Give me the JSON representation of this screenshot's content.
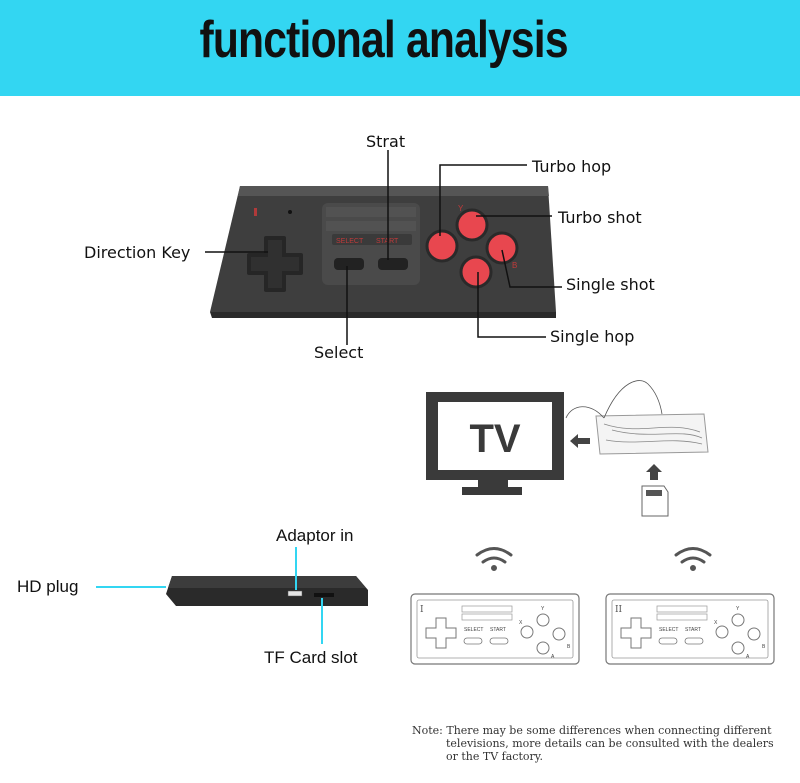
{
  "header": {
    "title": "functional analysis"
  },
  "controller_labels": {
    "start": "Strat",
    "turbo_hop": "Turbo hop",
    "turbo_shot": "Turbo shot",
    "direction_key": "Direction Key",
    "single_shot": "Single shot",
    "select": "Select",
    "single_hop": "Single hop"
  },
  "controller_print": {
    "select": "SELECT",
    "start": "START"
  },
  "tv": {
    "label": "TV"
  },
  "console_labels": {
    "adaptor_in": "Adaptor in",
    "hd_plug": "HD plug",
    "tf_card_slot": "TF Card slot"
  },
  "gamepads": [
    {
      "number": "I",
      "select": "SELECT",
      "start": "START",
      "buttons": [
        "Y",
        "X",
        "B",
        "A"
      ]
    },
    {
      "number": "II",
      "select": "SELECT",
      "start": "START",
      "buttons": [
        "Y",
        "X",
        "B",
        "A"
      ]
    }
  ],
  "note": {
    "line1": "Note: There may be some differences when connecting different",
    "line2": "televisions, more details can be consulted with the dealers",
    "line3": "or the TV factory."
  },
  "colors": {
    "banner": "#33d6f2",
    "controller_body": "#3e3e3e",
    "red_button": "#e8474f"
  }
}
